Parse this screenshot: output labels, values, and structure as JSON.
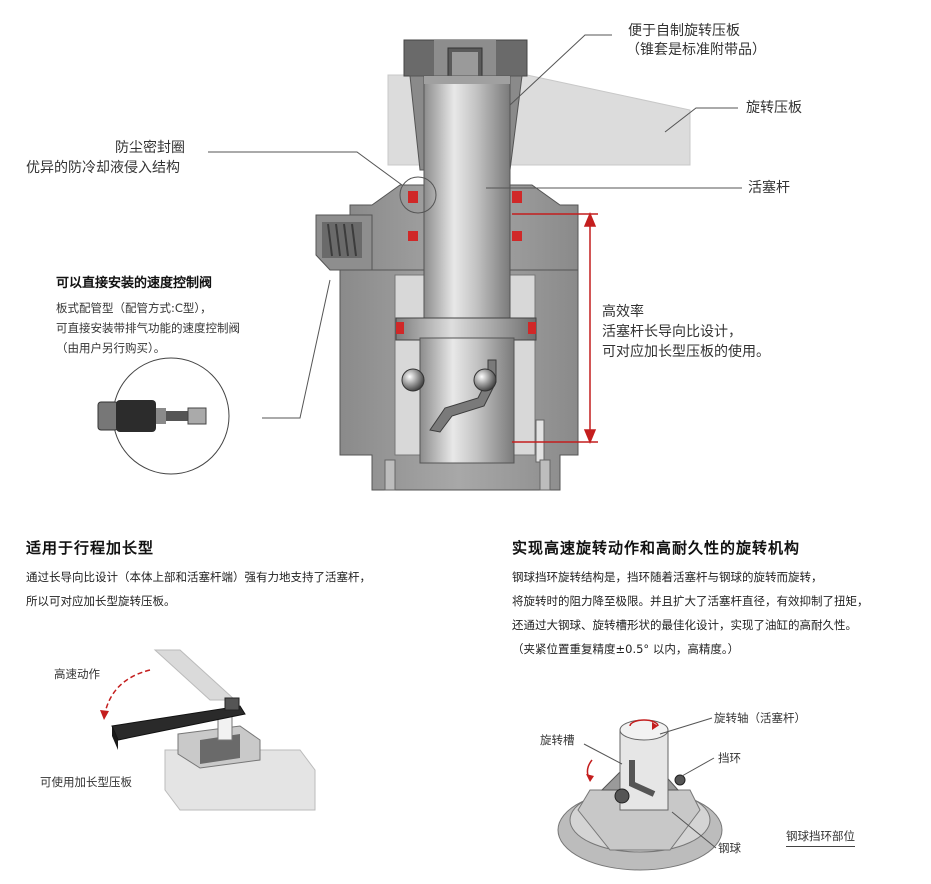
{
  "callouts": {
    "self_rotate_line1": "便于自制旋转压板",
    "self_rotate_line2": "（锥套是标准附带品）",
    "rotate_plate": "旋转压板",
    "dust_seal_line1": "防尘密封圈",
    "dust_seal_line2": "优异的防冷却液侵入结构",
    "piston_rod": "活塞杆",
    "efficiency_line1": "高效率",
    "efficiency_line2": "活塞杆长导向比设计，",
    "efficiency_line3": "可对应加长型压板的使用。"
  },
  "speed_valve": {
    "title": "可以直接安装的速度控制阀",
    "line1": "板式配管型（配管方式:C型），",
    "line2": "可直接安装带排气功能的速度控制阀",
    "line3": "（由用户另行购买）。"
  },
  "long_stroke": {
    "title": "适用于行程加长型",
    "line1": "通过长导向比设计（本体上部和活塞杆端）强有力地支持了活塞杆，",
    "line2": "所以可对应加长型旋转压板。",
    "label_motion": "高速动作",
    "label_plate": "可使用加长型压板"
  },
  "mechanism": {
    "title": "实现高速旋转动作和高耐久性的旋转机构",
    "line1": "钢球挡环旋转结构是，挡环随着活塞杆与钢球的旋转而旋转，",
    "line2": "将旋转时的阻力降至极限。并且扩大了活塞杆直径，有效抑制了扭矩，",
    "line3": "还通过大钢球、旋转槽形状的最佳化设计，实现了油缸的高耐久性。",
    "line4": "（夹紧位置重复精度±0.5° 以内，高精度。）",
    "label_shaft": "旋转轴（活塞杆）",
    "label_groove": "旋转槽",
    "label_ring": "挡环",
    "label_ball": "钢球",
    "label_part": "钢球挡环部位"
  },
  "colors": {
    "body_gray": "#9a9a9a",
    "dark_gray": "#555555",
    "seal_red": "#d02828",
    "dimension_red": "#c41e1e",
    "ghost_plate": "#dcdcdc"
  }
}
